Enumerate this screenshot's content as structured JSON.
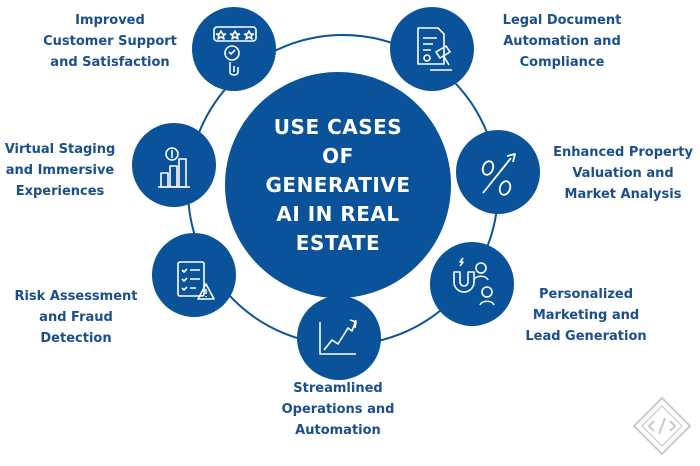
{
  "center": {
    "title": "USE CASES\nOF\nGENERATIVE\nAI IN REAL\nESTATE"
  },
  "use_cases": [
    {
      "label": "Improved\nCustomer Support\nand Satisfaction",
      "icon": "rating-touch-icon"
    },
    {
      "label": "Legal Document\nAutomation and\nCompliance",
      "icon": "legal-document-icon"
    },
    {
      "label": "Enhanced Property\nValuation and\nMarket Analysis",
      "icon": "percent-growth-icon"
    },
    {
      "label": "Personalized\nMarketing and\nLead Generation",
      "icon": "magnet-leads-icon"
    },
    {
      "label": "Streamlined\nOperations and\nAutomation",
      "icon": "growth-chart-icon"
    },
    {
      "label": "Risk Assessment\nand Fraud\nDetection",
      "icon": "checklist-warning-icon"
    },
    {
      "label": "Virtual Staging\nand Immersive\nExperiences",
      "icon": "bar-chart-coin-icon"
    }
  ],
  "colors": {
    "primary": "#0a5299",
    "text": "#1a4f8b",
    "ring": "#0a5299"
  },
  "watermark": {
    "icon": "code-diamond-icon"
  }
}
